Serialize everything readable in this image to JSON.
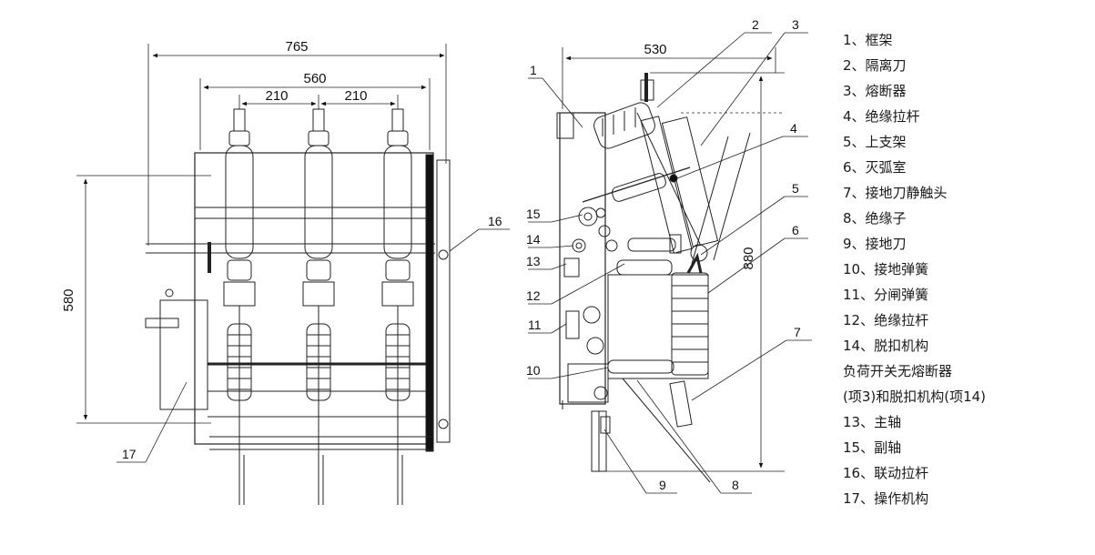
{
  "front_view": {
    "dimensions": {
      "overall_width": "765",
      "mid_width": "560",
      "pitch_left": "210",
      "pitch_right": "210",
      "height": "580"
    },
    "callouts": {
      "c16": "16",
      "c17": "17"
    }
  },
  "side_view": {
    "dimensions": {
      "width": "530",
      "height": "880"
    },
    "callouts": {
      "c1": "1",
      "c2": "2",
      "c3": "3",
      "c4": "4",
      "c5": "5",
      "c6": "6",
      "c7": "7",
      "c8": "8",
      "c9": "9",
      "c10": "10",
      "c11": "11",
      "c12": "12",
      "c13": "13",
      "c14": "14",
      "c15": "15"
    }
  },
  "legend": [
    "1、框架",
    "2、隔离刀",
    "3、熔断器",
    "4、绝缘拉杆",
    "5、上支架",
    "6、灭弧室",
    "7、接地刀静触头",
    "8、绝缘子",
    "9、接地刀",
    "10、接地弹簧",
    "11、分闸弹簧",
    "12、绝缘拉杆",
    "14、脱扣机构",
    "负荷开关无熔断器",
    "(项3)和脱扣机构(项14)",
    "13、主轴",
    "15、副轴",
    "16、联动拉杆",
    "17、操作机构"
  ]
}
